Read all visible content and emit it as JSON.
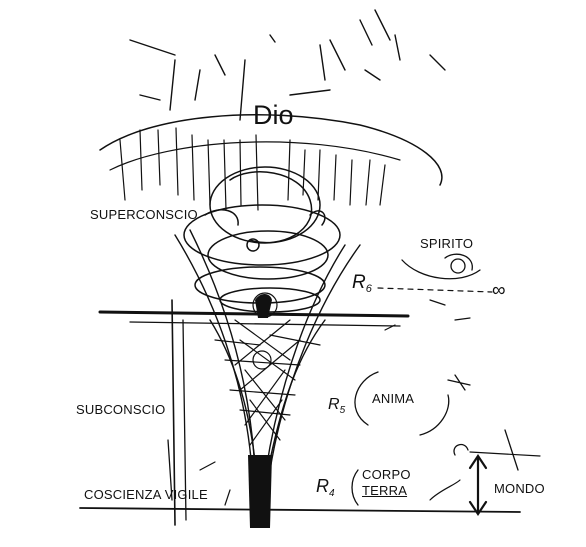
{
  "title": "Dio",
  "labels": {
    "superconscio": "SUPERCONSCIO",
    "spirito": "SPIRITO",
    "r6": "R",
    "r6_sub": "6",
    "infinity": "∞",
    "subconscio": "SUBCONSCIO",
    "anima": "ANIMA",
    "r5": "R",
    "r5_sub": "5",
    "coscienza": "COSCIENZA VIGILE",
    "r4": "R",
    "r4_sub": "4",
    "corpo": "CORPO",
    "terra": "TERRA",
    "mondo": "MONDO"
  },
  "colors": {
    "ink": "#111111",
    "paper": "#ffffff"
  }
}
